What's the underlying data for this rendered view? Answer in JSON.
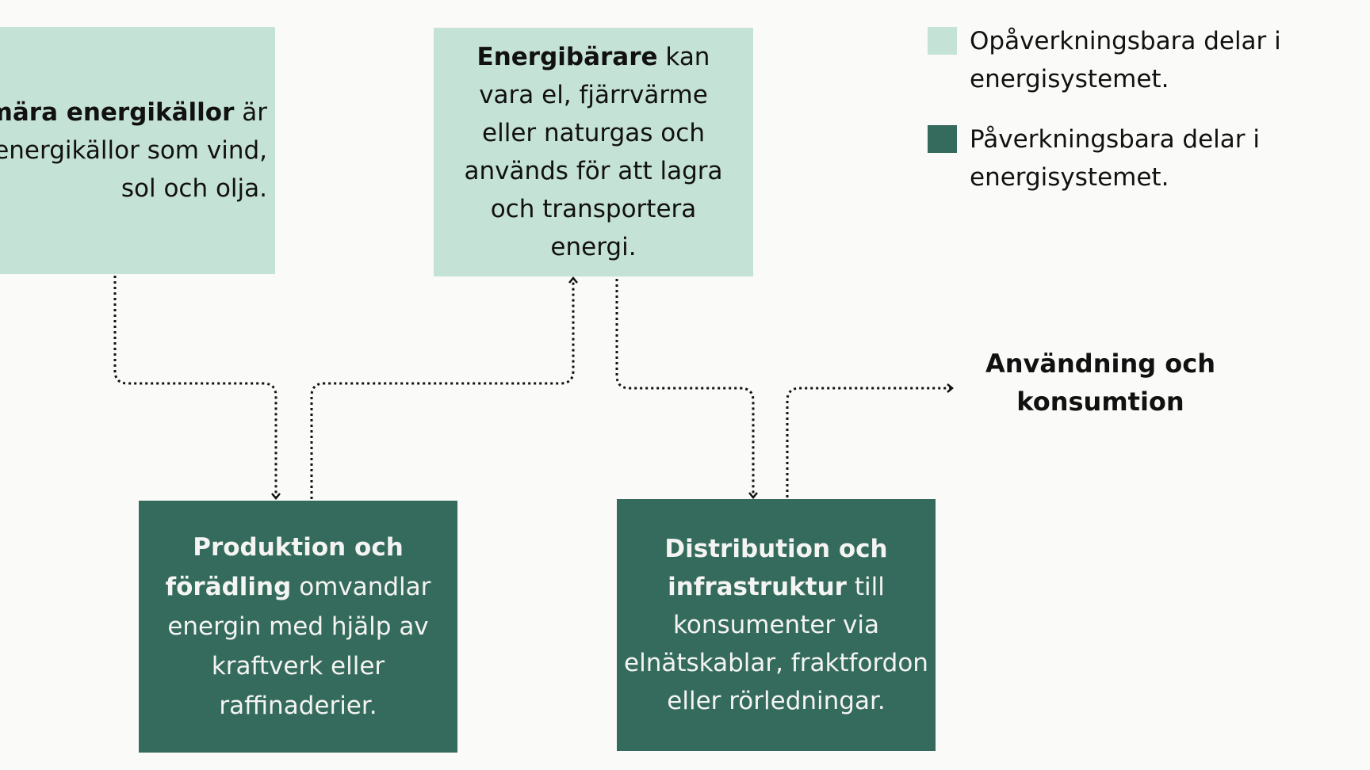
{
  "boxes": {
    "primary": {
      "title": "Primära energikällor",
      "text": "är naturliga energikällor som vind, sol och olja.",
      "category": "light"
    },
    "carriers": {
      "title": "Energibärare",
      "text": "kan vara el, fjärrvärme eller naturgas och används för att lagra och transportera energi.",
      "category": "light"
    },
    "production": {
      "title": "Produktion och förädling",
      "text": "omvandlar energin med hjälp av kraftverk eller raffinaderier.",
      "category": "dark"
    },
    "distribution": {
      "title": "Distribution och infrastruktur",
      "text": "till konsumenter via elnätskablar, fraktfordon eller rörledningar.",
      "category": "dark"
    }
  },
  "usage": {
    "label": "Användning och konsumtion"
  },
  "legend": {
    "light": "Opåverkningsbara delar i energisystemet.",
    "dark": "Påverkningsbara delar i energisystemet."
  },
  "colors": {
    "light": "#c5e2d6",
    "dark": "#356b5d",
    "background": "#fafaf8",
    "connector": "#111111"
  }
}
